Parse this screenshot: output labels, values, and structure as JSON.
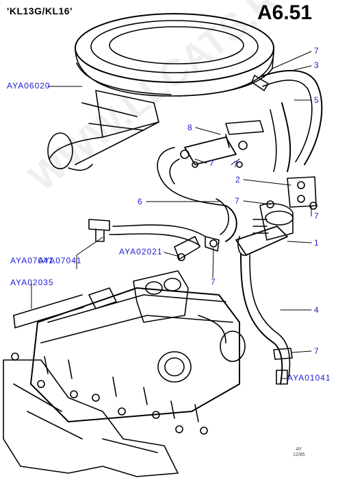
{
  "header": {
    "title": "'KL13G/KL16'",
    "page_code": "A6.51"
  },
  "watermark": "WWW.LLCATS.RU",
  "references": [
    {
      "code": "AYA06020"
    },
    {
      "code": "AYA07041"
    },
    {
      "code": "AYA07041"
    },
    {
      "code": "AYA02021"
    },
    {
      "code": "AYA02035"
    },
    {
      "code": "AYA01041"
    }
  ],
  "callouts": [
    "7",
    "3",
    "5",
    "8",
    "7",
    "7",
    "2",
    "6",
    "7",
    "7",
    "1",
    "7",
    "4",
    "7"
  ],
  "stamp": {
    "line1": "AY",
    "line2": "12/85"
  },
  "colors": {
    "link": "#1a1ad4",
    "line": "#000000"
  }
}
